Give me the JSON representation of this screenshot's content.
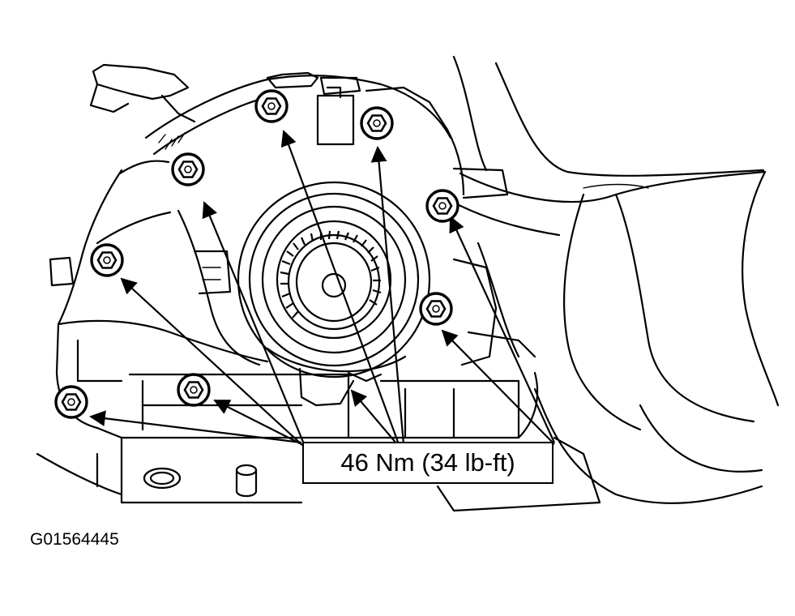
{
  "callout": {
    "torque": "46 Nm (34 lb-ft)"
  },
  "figure": {
    "id": "G01564445"
  },
  "colors": {
    "ink": "#000000",
    "paper": "#ffffff"
  },
  "icons": {
    "bolt": "hex-bolt-icon",
    "arrow": "leader-arrow"
  }
}
